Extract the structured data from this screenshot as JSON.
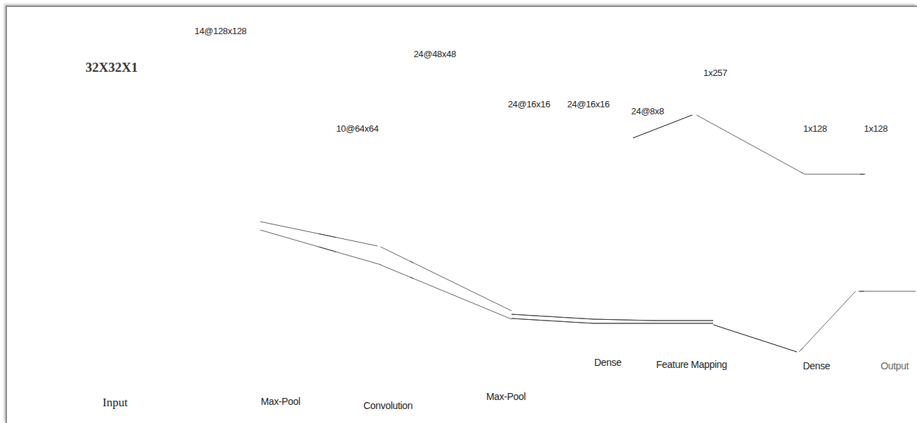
{
  "diagram": {
    "nodes": [
      {
        "text": [
          "32X32X1"
        ]
      },
      {
        "text": [
          "14@128x128"
        ]
      },
      {
        "text": [
          "10@64x64"
        ]
      },
      {
        "text": [
          "24@48x48"
        ]
      },
      {
        "text": [
          "24@16x16"
        ]
      },
      {
        "text": [
          "24@16x16"
        ]
      },
      {
        "text": [
          "24@8x8"
        ]
      },
      {
        "text": [
          "1x257"
        ]
      },
      {
        "text": [
          "1x128"
        ]
      },
      {
        "text": [
          "1x128"
        ]
      }
    ],
    "edges": [
      {
        "from": 1,
        "to": 2,
        "arrow": "none"
      },
      {
        "from": 2,
        "to": 3,
        "arrow": "none"
      },
      {
        "from": 3,
        "to": 4,
        "arrow": "none"
      },
      {
        "from": 4,
        "to": 5,
        "arrow": "none"
      },
      {
        "from": 5,
        "to": 6,
        "arrow": "none"
      },
      {
        "from": 6,
        "to": 7,
        "arrow": "none"
      },
      {
        "from": 7,
        "to": 8,
        "arrow": "none"
      },
      {
        "from": 8,
        "to": 9,
        "arrow": "none"
      }
    ],
    "labels": [
      "Input",
      "Max-Pool",
      "Convolution",
      "Max-Pool",
      "Dense",
      "Feature Mapping",
      "Dense",
      "Output"
    ]
  }
}
